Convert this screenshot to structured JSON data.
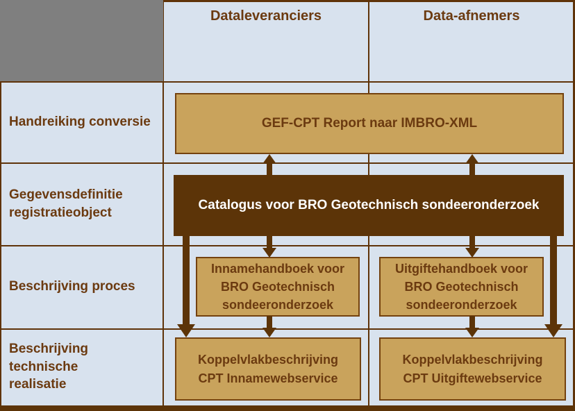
{
  "colors": {
    "bg": "#D8E2EE",
    "gray_cell": "#7F7F7F",
    "grid_line": "#5F3309",
    "tan_fill": "#C9A35C",
    "tan_border": "#74420F",
    "dark_brown": "#5C3408",
    "label_text": "#6B3A10",
    "catalog_text": "#FFFFFF"
  },
  "matrix": {
    "column_headers": [
      "Dataleveranciers",
      "Data-afnemers"
    ],
    "row_labels": [
      "Handreiking conversie",
      "Gegevensdefinitie\nregistratieobject",
      "Beschrijving proces",
      "Beschrijving technische\nrealisatie"
    ]
  },
  "documents": {
    "conversion_guide": "GEF-CPT Report naar IMBRO-XML",
    "catalog": "Catalogus voor BRO Geotechnisch sondeeronderzoek",
    "intake_handbook": "Innamehandboek voor\nBRO Geotechnisch\nsondeeronderzoek",
    "delivery_handbook": "Uitgiftehandboek voor\nBRO Geotechnisch\nsondeeronderzoek",
    "intake_interface": "Koppelvlakbeschrijving\nCPT Innamewebservice",
    "delivery_interface": "Koppelvlakbeschrijving\nCPT Uitgiftewebservice"
  }
}
